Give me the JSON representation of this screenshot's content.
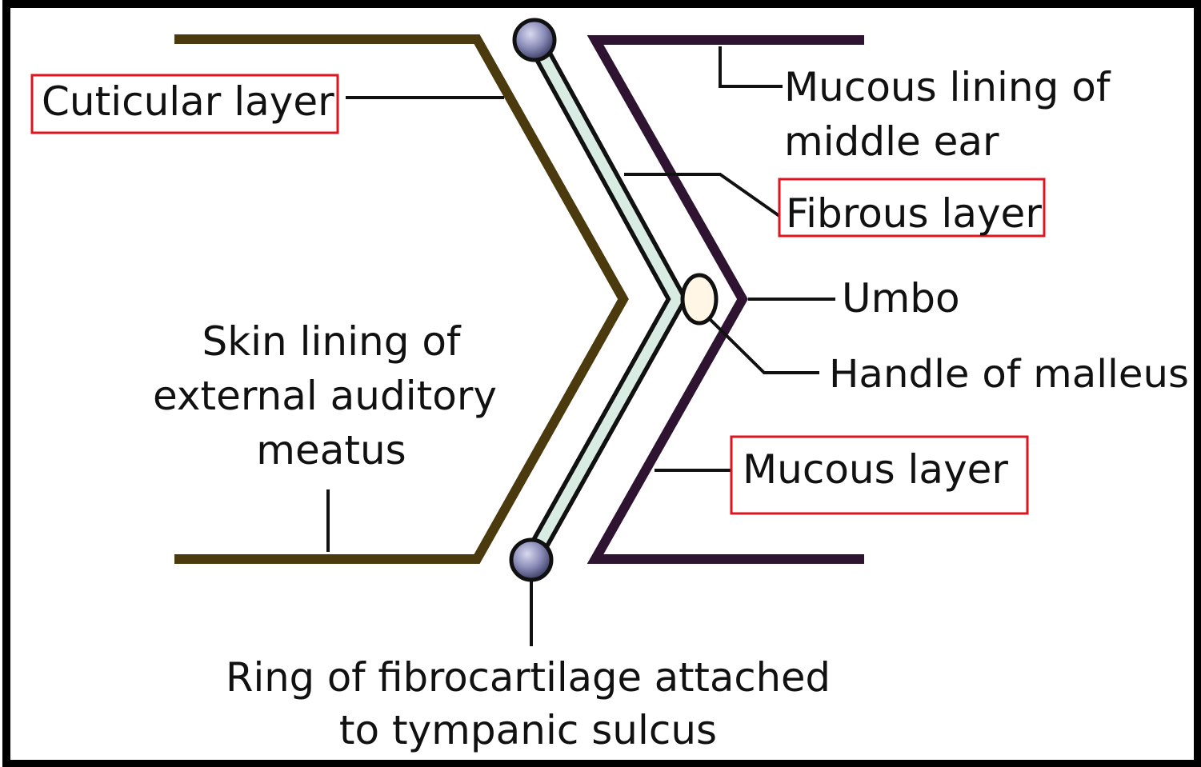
{
  "labels": {
    "cuticular_layer": "Cuticular layer",
    "mucous_lining_line1": "Mucous lining of",
    "mucous_lining_line2": "middle ear",
    "fibrous_layer": "Fibrous layer",
    "umbo": "Umbo",
    "handle_of_malleus": "Handle of malleus",
    "skin_lining_line1": "Skin lining of",
    "skin_lining_line2": "external auditory",
    "skin_lining_line3": "meatus",
    "mucous_layer": "Mucous layer",
    "ring_line1": "Ring of fibrocartilage attached",
    "ring_line2": "to tympanic sulcus"
  },
  "colors": {
    "cuticular_line": "#4a3a0e",
    "mucous_line": "#2e1431",
    "fibrous_fill": "#d9ece4",
    "fibrous_border": "#111111",
    "ring_fill": "#8a8cb8",
    "umbo_fill": "#fff6e6",
    "highlight_box": "#e0141e",
    "frame_border": "#000000"
  },
  "highlighted_labels": [
    "Cuticular layer",
    "Fibrous layer",
    "Mucous layer"
  ]
}
